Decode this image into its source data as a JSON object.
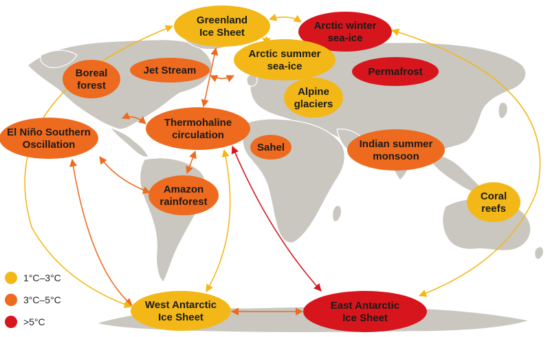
{
  "colors": {
    "low": "#f3b817",
    "mid": "#ee6a1f",
    "high": "#d7151c",
    "land": "#c9c7c0"
  },
  "legend": [
    {
      "level": "low",
      "label": "1°C–3°C"
    },
    {
      "level": "mid",
      "label": "3°C–5°C"
    },
    {
      "level": "high",
      "label": ">5°C"
    }
  ],
  "nodes": [
    {
      "id": "greenland",
      "lines": [
        "Greenland",
        "Ice Sheet"
      ],
      "level": "low"
    },
    {
      "id": "arctic-winter",
      "lines": [
        "Arctic winter",
        "sea-ice"
      ],
      "level": "high"
    },
    {
      "id": "arctic-summer",
      "lines": [
        "Arctic summer",
        "sea-ice"
      ],
      "level": "low"
    },
    {
      "id": "boreal",
      "lines": [
        "Boreal",
        "forest"
      ],
      "level": "mid"
    },
    {
      "id": "jet-stream",
      "lines": [
        "Jet Stream"
      ],
      "level": "mid"
    },
    {
      "id": "permafrost",
      "lines": [
        "Permafrost"
      ],
      "level": "high"
    },
    {
      "id": "alpine",
      "lines": [
        "Alpine",
        "glaciers"
      ],
      "level": "low"
    },
    {
      "id": "enso",
      "lines": [
        "El Niño Southern",
        "Oscillation"
      ],
      "level": "mid"
    },
    {
      "id": "thermohaline",
      "lines": [
        "Thermohaline",
        "circulation"
      ],
      "level": "mid"
    },
    {
      "id": "sahel",
      "lines": [
        "Sahel"
      ],
      "level": "mid"
    },
    {
      "id": "indian-monsoon",
      "lines": [
        "Indian summer",
        "monsoon"
      ],
      "level": "mid"
    },
    {
      "id": "amazon",
      "lines": [
        "Amazon",
        "rainforest"
      ],
      "level": "mid"
    },
    {
      "id": "coral",
      "lines": [
        "Coral",
        "reefs"
      ],
      "level": "low"
    },
    {
      "id": "west-antarctic",
      "lines": [
        "West Antarctic",
        "Ice Sheet"
      ],
      "level": "low"
    },
    {
      "id": "east-antarctic",
      "lines": [
        "East Antarctic",
        "Ice Sheet"
      ],
      "level": "high"
    }
  ],
  "links": [
    {
      "from": "greenland",
      "to": "arctic-winter",
      "level": "low"
    },
    {
      "from": "greenland",
      "to": "arctic-summer",
      "level": "low"
    },
    {
      "from": "jet-stream",
      "to": "arctic-summer",
      "level": "mid"
    },
    {
      "from": "greenland",
      "to": "thermohaline",
      "level": "mid"
    },
    {
      "from": "enso",
      "to": "thermohaline",
      "level": "mid"
    },
    {
      "from": "thermohaline",
      "to": "amazon",
      "level": "mid"
    },
    {
      "from": "enso",
      "to": "amazon",
      "level": "mid"
    },
    {
      "from": "enso",
      "to": "west-antarctic",
      "level": "mid"
    },
    {
      "from": "thermohaline",
      "to": "west-antarctic",
      "level": "low"
    },
    {
      "from": "thermohaline",
      "to": "east-antarctic",
      "level": "high"
    },
    {
      "from": "west-antarctic",
      "to": "east-antarctic",
      "level": "mid"
    },
    {
      "from": "greenland",
      "to": "west-antarctic",
      "level": "low"
    },
    {
      "from": "arctic-winter",
      "to": "east-antarctic",
      "level": "low"
    }
  ]
}
